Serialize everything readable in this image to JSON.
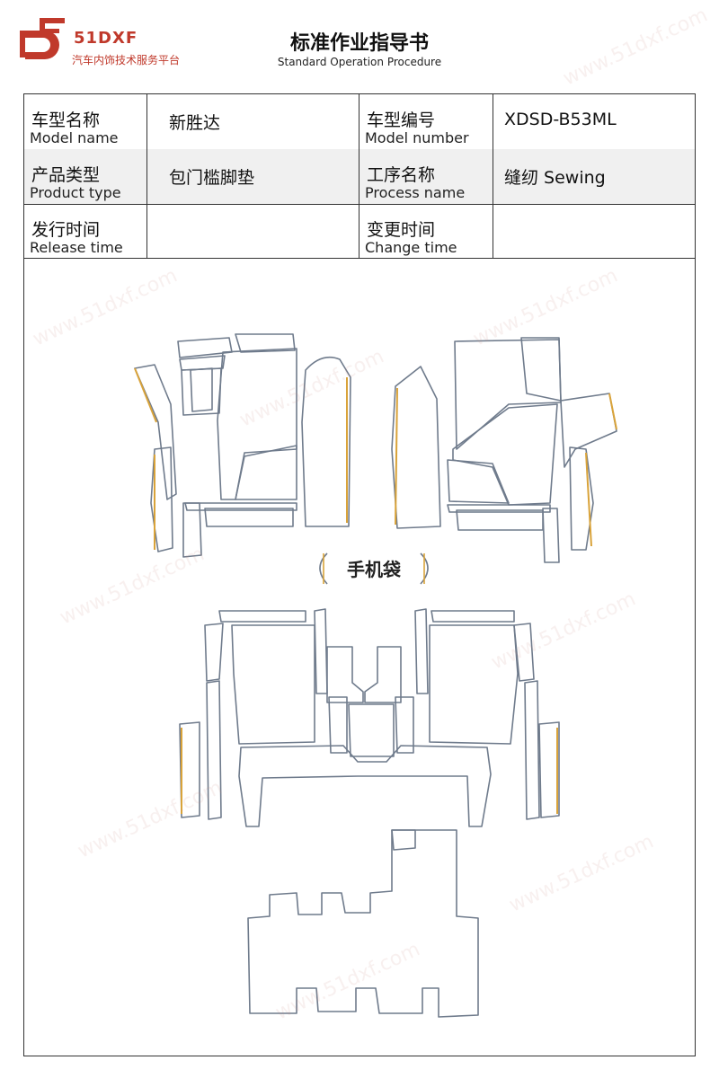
{
  "header": {
    "brand_name": "51DXF",
    "brand_tagline": "汽车内饰技术服务平台",
    "title": "标准作业指导书",
    "subtitle": "Standard Operation Procedure"
  },
  "info": {
    "model_name": {
      "label_zh": "车型名称",
      "label_en": "Model name",
      "value": "新胜达"
    },
    "model_number": {
      "label_zh": "车型编号",
      "label_en": "Model number",
      "value": "XDSD-B53ML"
    },
    "product_type": {
      "label_zh": "产品类型",
      "label_en": "Product type",
      "value": "包门槛脚垫"
    },
    "process_name": {
      "label_zh": "工序名称",
      "label_en": "Process name",
      "value": "缝纫 Sewing"
    },
    "release_time": {
      "label_zh": "发行时间",
      "label_en": "Release time",
      "value": ""
    },
    "change_time": {
      "label_zh": "变更时间",
      "label_en": "Change time",
      "value": ""
    }
  },
  "diagram": {
    "pocket_label": "手机袋"
  },
  "watermark_text": "www.51dxf.com",
  "colors": {
    "brand_red": "#c0392b",
    "pattern_outline": "#6f7b8c",
    "edge_highlight": "#d9a33a"
  }
}
